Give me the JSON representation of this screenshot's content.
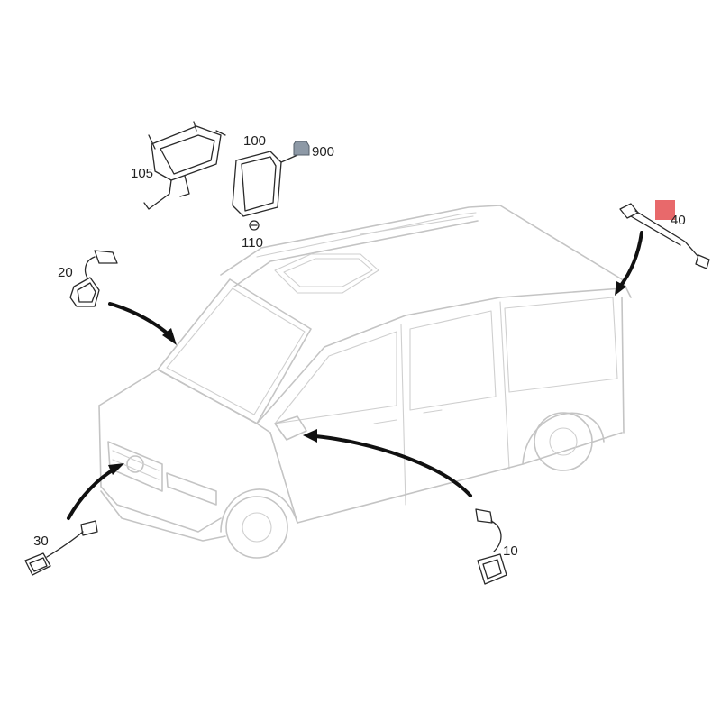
{
  "callouts": {
    "c100": "100",
    "c105": "105",
    "c110": "110",
    "c900": "900",
    "c20": "20",
    "c40": "40",
    "c30": "30",
    "c10": "10"
  },
  "colors": {
    "highlight_marker": "#e8696b",
    "connector_900": "#8d99a6",
    "outline": "#2a2a2a",
    "vehicle_outline": "#c4c4c4"
  }
}
